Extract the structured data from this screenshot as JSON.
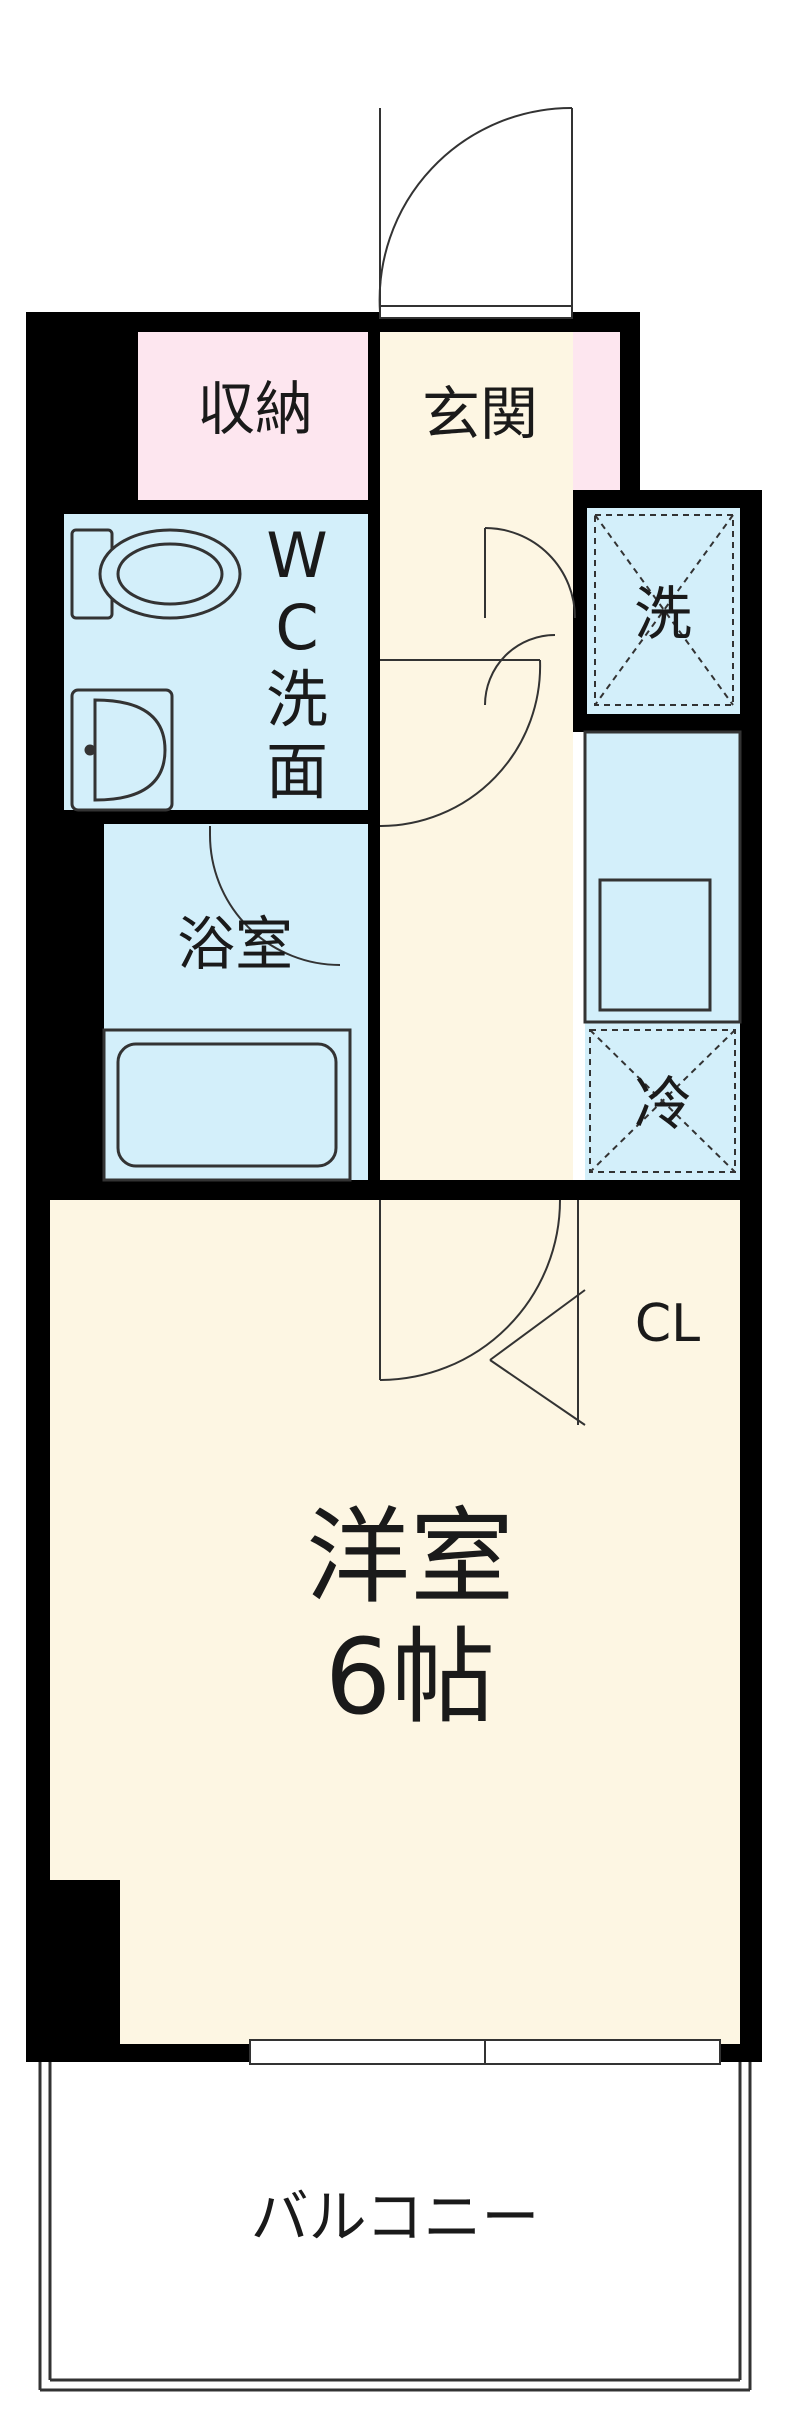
{
  "rooms": {
    "storage": "収納",
    "entrance": "玄関",
    "wc_washroom": [
      "W",
      "C",
      "洗",
      "面"
    ],
    "washer": "洗",
    "bathroom": "浴室",
    "fridge": "冷",
    "closet": "CL",
    "western_room": "洋室",
    "western_room_size": "6帖",
    "balcony": "バルコニー"
  },
  "colors": {
    "wall": "#000000",
    "storage_pink": "#fde6ef",
    "floor_cream": "#fdf6e3",
    "wet_blue": "#d3effa",
    "line": "#333333"
  }
}
